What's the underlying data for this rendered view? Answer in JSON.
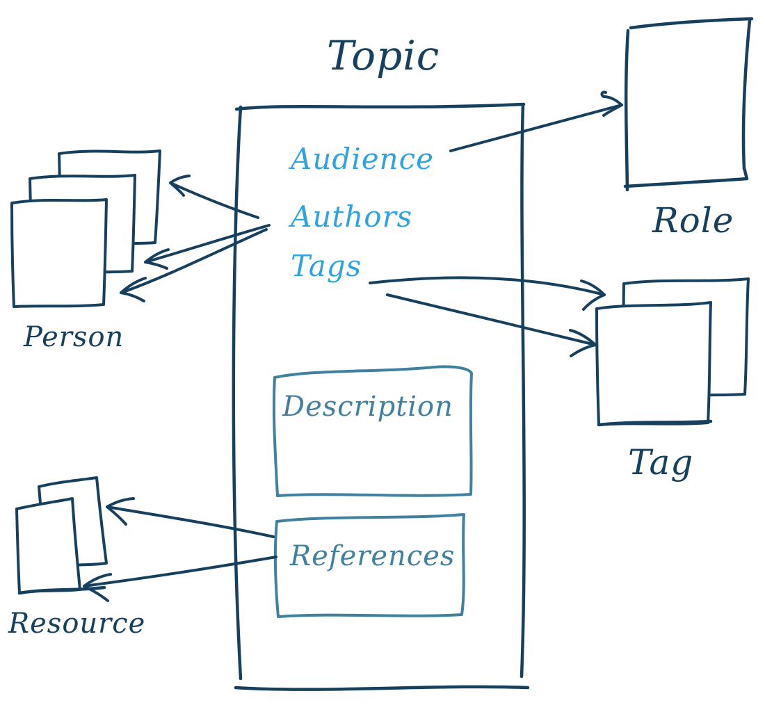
{
  "diagram": {
    "topic": {
      "label": "Topic",
      "attributes": [
        {
          "label": "Audience",
          "links_to": "Role"
        },
        {
          "label": "Authors",
          "links_to": "Person"
        },
        {
          "label": "Tags",
          "links_to": "Tag"
        }
      ],
      "sections": [
        {
          "label": "Description",
          "links_to": ""
        },
        {
          "label": "References",
          "links_to": "Resource"
        }
      ]
    },
    "entities": [
      {
        "label": "Role",
        "stack_count": 1
      },
      {
        "label": "Person",
        "stack_count": 3
      },
      {
        "label": "Tag",
        "stack_count": 2
      },
      {
        "label": "Resource",
        "stack_count": 2
      }
    ],
    "colors": {
      "ink": "#17405f",
      "attribute_text": "#2fa3e0",
      "section_box": "#41809f",
      "background": "#ffffff"
    }
  }
}
